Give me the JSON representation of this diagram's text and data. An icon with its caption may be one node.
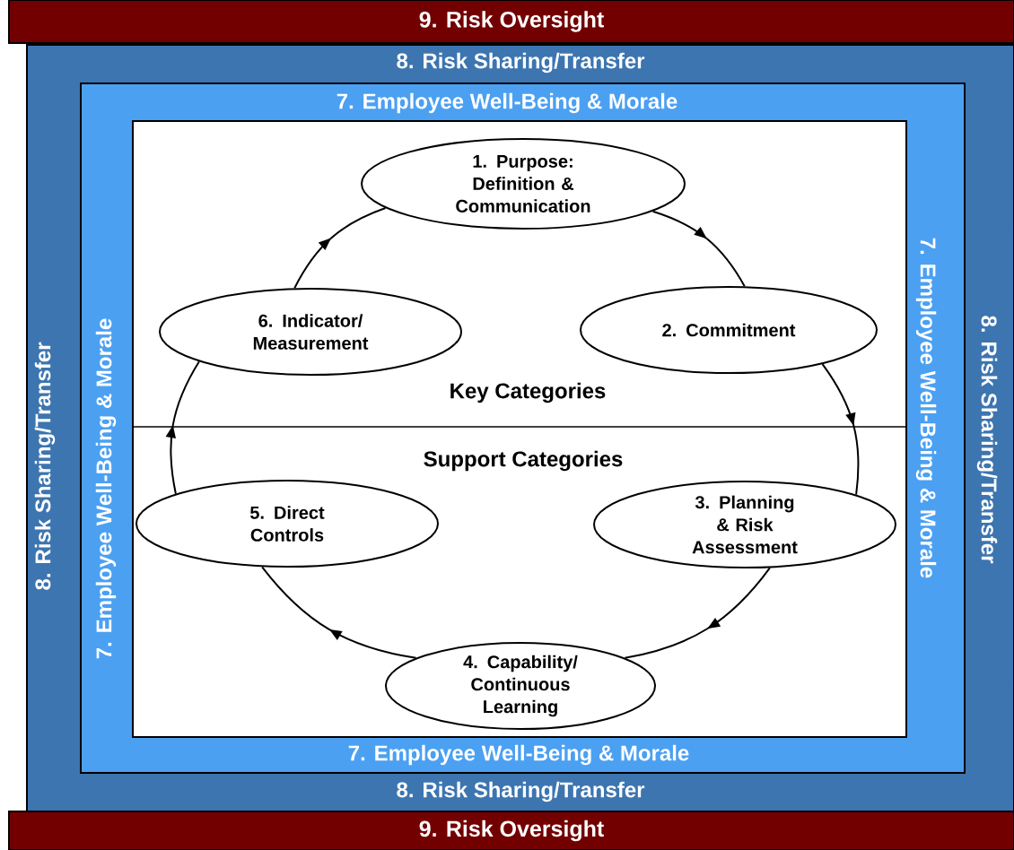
{
  "diagram": {
    "nodes": [
      {
        "text": [
          "9. Risk Oversight"
        ]
      },
      {
        "text": [
          "8. Risk Sharing/Transfer",
          "8. Risk Sharing/Transfer",
          "8. Risk Sharing/Transfer",
          "8. Risk Sharing/Transfer"
        ]
      },
      {
        "text": [
          "7. Employee Well-Being & Morale",
          "7. Employee Well-Being & Morale",
          "7. Employee Well-Being & Morale",
          "7. Employee Well-Being & Morale"
        ],
        "in": 1
      },
      {
        "text": [
          "Key Categories",
          "Support Categories"
        ],
        "in": 2
      },
      {
        "text": [
          "1. Purpose: Definition & Communication"
        ],
        "in": 3
      },
      {
        "text": [
          "2. Commitment"
        ],
        "in": 3
      },
      {
        "text": [
          "3. Planning & Risk Assessment"
        ],
        "in": 3
      },
      {
        "text": [
          "4. Capability/ Continuous Learning"
        ],
        "in": 3
      },
      {
        "text": [
          "5. Direct Controls"
        ],
        "in": 3
      },
      {
        "text": [
          "6. Indicator/ Measurement"
        ],
        "in": 3
      },
      {
        "text": [
          "9. Risk Oversight"
        ]
      }
    ],
    "edges": [
      {
        "from": 4,
        "to": 5,
        "arrow": "to"
      },
      {
        "from": 5,
        "to": 6,
        "arrow": "to"
      },
      {
        "from": 6,
        "to": 7,
        "arrow": "to"
      },
      {
        "from": 7,
        "to": 8,
        "arrow": "to"
      },
      {
        "from": 8,
        "to": 9,
        "arrow": "to"
      },
      {
        "from": 9,
        "to": 4,
        "arrow": "to"
      }
    ]
  }
}
